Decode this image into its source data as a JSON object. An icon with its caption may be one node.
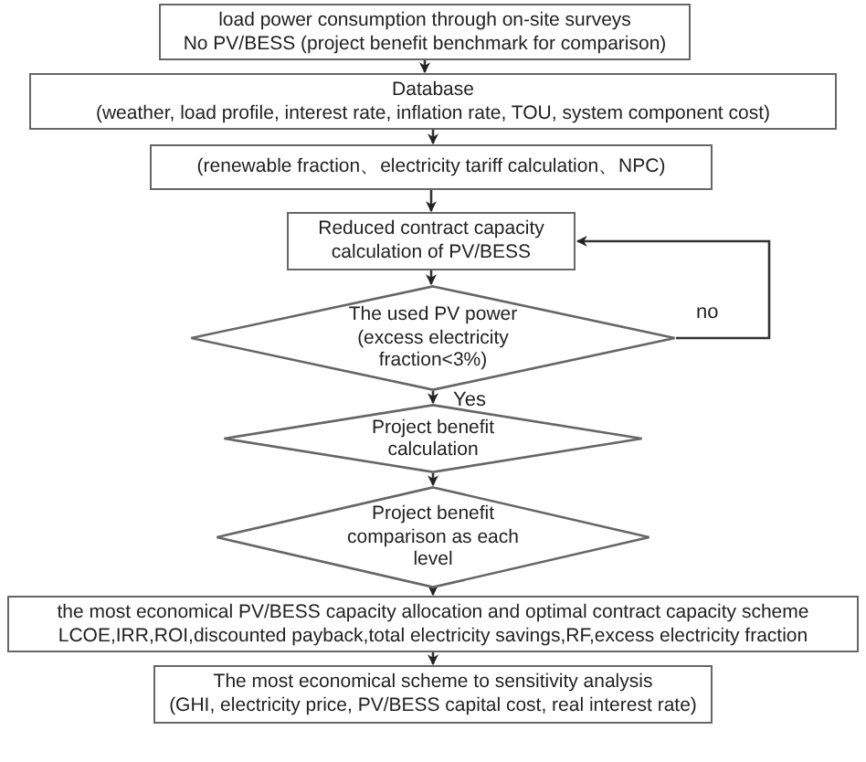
{
  "diagram": {
    "nodes": [
      {
        "text": [
          "load power consumption through on-site surveys",
          "No PV/BESS (project benefit benchmark for comparison)"
        ]
      },
      {
        "text": [
          "Database",
          "(weather, load profile, interest rate, inflation rate, TOU, system component cost)"
        ]
      },
      {
        "text": [
          "(renewable fraction、electricity tariff calculation、NPC)"
        ]
      },
      {
        "text": [
          "Reduced contract capacity calculation of PV/BESS"
        ]
      },
      {
        "text": [
          "The used PV power (excess electricity fraction<3%)"
        ]
      },
      {
        "text": [
          "Project benefit calculation"
        ]
      },
      {
        "text": [
          "Project benefit comparison as each level"
        ]
      },
      {
        "text": [
          "the most economical PV/BESS capacity allocation and optimal contract capacity scheme",
          "LCOE,IRR,ROI,discounted payback,total electricity savings,RF,excess electricity fraction"
        ]
      },
      {
        "text": [
          "The most economical scheme to sensitivity analysis",
          "(GHI, electricity price, PV/BESS capital cost, real interest rate)"
        ]
      }
    ],
    "edges": [
      {
        "from": 0,
        "to": 1,
        "arrow": "to"
      },
      {
        "from": 1,
        "to": 2,
        "arrow": "to"
      },
      {
        "from": 2,
        "to": 3,
        "arrow": "to"
      },
      {
        "from": 3,
        "to": 4,
        "arrow": "to"
      },
      {
        "from": 4,
        "to": 5,
        "arrow": "to",
        "label": "Yes"
      },
      {
        "from": 5,
        "to": 6,
        "arrow": "to"
      },
      {
        "from": 6,
        "to": 7,
        "arrow": "to"
      },
      {
        "from": 7,
        "to": 8,
        "arrow": "to"
      },
      {
        "from": 4,
        "to": 3,
        "arrow": "to",
        "label": "no"
      }
    ]
  }
}
